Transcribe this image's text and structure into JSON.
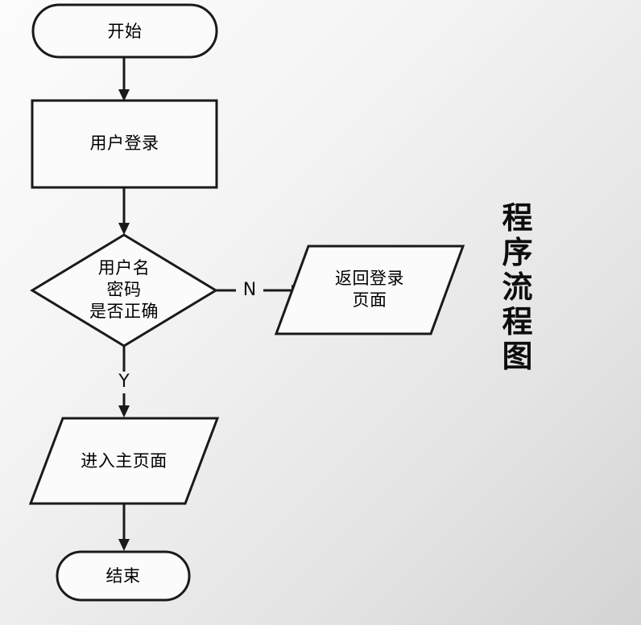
{
  "diagram": {
    "title": "程序流程图",
    "title_chars": [
      "程",
      "序",
      "流",
      "程",
      "图"
    ],
    "nodes": {
      "start": {
        "label": "开始",
        "shape": "terminator"
      },
      "login": {
        "label": "用户登录",
        "shape": "process"
      },
      "check": {
        "label": "用户名\n密码\n是否正确",
        "shape": "decision"
      },
      "back_to_login": {
        "label": "返回登录\n页面",
        "shape": "io-parallelogram"
      },
      "enter_home": {
        "label": "进入主页面",
        "shape": "io-parallelogram"
      },
      "end": {
        "label": "结束",
        "shape": "terminator"
      }
    },
    "branches": {
      "no_label": "N",
      "yes_label": "Y"
    },
    "colors": {
      "stroke": "#1a1a1a",
      "shape_fill": "#fbfbfb",
      "text": "#000000",
      "background_start": "#fcfcfc",
      "background_end": "#d4d4d4"
    }
  }
}
